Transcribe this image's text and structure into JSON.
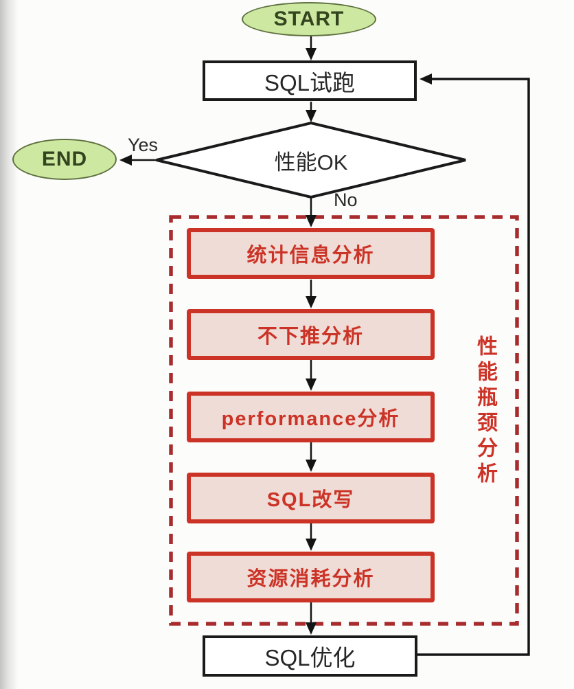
{
  "diagram": {
    "nodes": {
      "start": "START",
      "sql_trial": "SQL试跑",
      "decision": "性能OK",
      "end": "END",
      "sql_optimize": "SQL优化"
    },
    "edge_labels": {
      "yes": "Yes",
      "no": "No"
    },
    "analysis_group": {
      "label": "性能瓶颈分析",
      "steps": [
        "统计信息分析",
        "不下推分析",
        "performance分析",
        "SQL改写",
        "资源消耗分析"
      ]
    },
    "colors": {
      "terminal_fill": "#cde9a1",
      "terminal_border": "#5f7140",
      "process_border": "#1a1a1a",
      "highlight_red": "#cc3327",
      "highlight_fill": "#f0dcd6",
      "dashed_border": "#a82c2e",
      "connector": "#1a1a1a"
    }
  }
}
